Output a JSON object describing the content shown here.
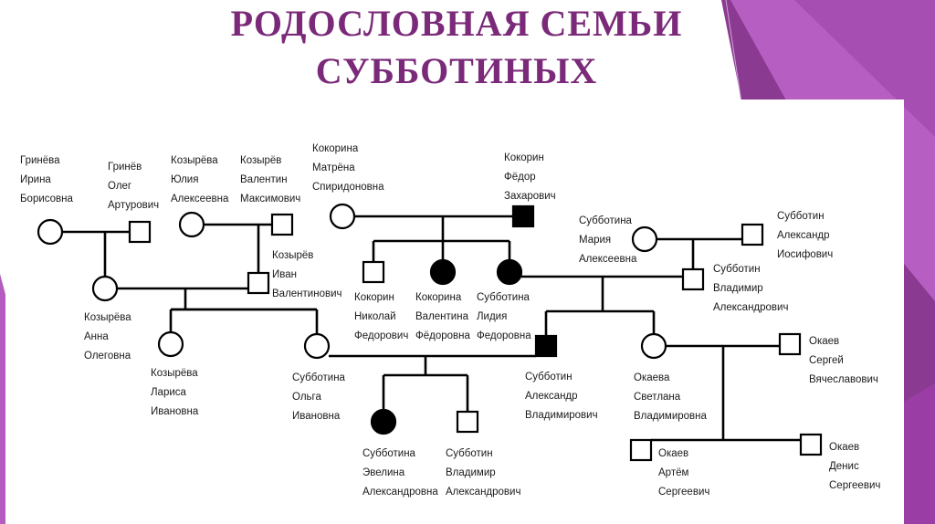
{
  "title": {
    "line1": "РОДОСЛОВНАЯ СЕМЬИ",
    "line2": "СУББОТИНЫХ"
  },
  "colors": {
    "title": "#7a2a78",
    "accent_dark": "#8b3a92",
    "accent_light": "#c66bd2",
    "symbol_stroke": "#000000",
    "affected_fill": "#000000"
  },
  "people": [
    {
      "key": "grineva_irina",
      "sex": "female",
      "affected": false,
      "name": [
        "Гринёва",
        "Ирина",
        "Борисовна"
      ]
    },
    {
      "key": "grinev_oleg",
      "sex": "male",
      "affected": false,
      "name": [
        "Гринёв",
        "Олег",
        "Артурович"
      ]
    },
    {
      "key": "kozyreva_yulia",
      "sex": "female",
      "affected": false,
      "name": [
        "Козырёва",
        "Юлия",
        "Алексеевна"
      ]
    },
    {
      "key": "kozyrev_valentin",
      "sex": "male",
      "affected": false,
      "name": [
        "Козырёв",
        "Валентин",
        "Максимович"
      ]
    },
    {
      "key": "kokorina_matryona",
      "sex": "female",
      "affected": false,
      "name": [
        "Кокорина",
        "Матрёна",
        "Спиридоновна"
      ]
    },
    {
      "key": "kokorin_fedor",
      "sex": "male",
      "affected": true,
      "name": [
        "Кокорин",
        "Фёдор",
        "Захарович"
      ]
    },
    {
      "key": "subbotina_maria",
      "sex": "female",
      "affected": false,
      "name": [
        "Субботина",
        "Мария",
        "Алексеевна"
      ]
    },
    {
      "key": "subbotin_alexander_i",
      "sex": "male",
      "affected": false,
      "name": [
        "Субботин",
        "Александр",
        "Иосифович"
      ]
    },
    {
      "key": "kozyreva_anna",
      "sex": "female",
      "affected": false,
      "name": [
        "Козырёва",
        "Анна",
        "Олеговна"
      ]
    },
    {
      "key": "kozyrev_ivan",
      "sex": "male",
      "affected": false,
      "name": [
        "Козырёв",
        "Иван",
        "Валентинович"
      ]
    },
    {
      "key": "kokorin_nikolai",
      "sex": "male",
      "affected": false,
      "name": [
        "Кокорин",
        "Николай",
        "Федорович"
      ]
    },
    {
      "key": "kokorina_valentina",
      "sex": "female",
      "affected": true,
      "name": [
        "Кокорина",
        "Валентина",
        "Фёдоровна"
      ]
    },
    {
      "key": "subbotina_lidia",
      "sex": "female",
      "affected": true,
      "name": [
        "Субботина",
        "Лидия",
        "Федоровна"
      ]
    },
    {
      "key": "subbotin_vladimir_a",
      "sex": "male",
      "affected": false,
      "name": [
        "Субботин",
        "Владимир",
        "Александрович"
      ]
    },
    {
      "key": "kozyreva_larisa",
      "sex": "female",
      "affected": false,
      "name": [
        "Козырёва",
        "Лариса",
        "Ивановна"
      ]
    },
    {
      "key": "subbotina_olga",
      "sex": "female",
      "affected": false,
      "name": [
        "Субботина",
        "Ольга",
        "Ивановна"
      ]
    },
    {
      "key": "subbotin_alexander_v",
      "sex": "male",
      "affected": true,
      "name": [
        "Субботин",
        "Александр",
        "Владимирович"
      ]
    },
    {
      "key": "okaeva_svetlana",
      "sex": "female",
      "affected": false,
      "name": [
        "Окаева",
        "Светлана",
        "Владимировна"
      ]
    },
    {
      "key": "okaev_sergei",
      "sex": "male",
      "affected": false,
      "name": [
        "Окаев",
        "Сергей",
        "Вячеславович"
      ]
    },
    {
      "key": "subbotina_evelina",
      "sex": "female",
      "affected": true,
      "name": [
        "Субботина",
        "Эвелина",
        "Александровна"
      ]
    },
    {
      "key": "subbotin_vladimir_al",
      "sex": "male",
      "affected": false,
      "name": [
        "Субботин",
        "Владимир",
        "Александрович"
      ]
    },
    {
      "key": "okaev_artyom",
      "sex": "male",
      "affected": false,
      "name": [
        "Окаев",
        "Артём",
        "Сергеевич"
      ]
    },
    {
      "key": "okaev_denis",
      "sex": "male",
      "affected": false,
      "name": [
        "Окаев",
        "Денис",
        "Сергеевич"
      ]
    }
  ]
}
